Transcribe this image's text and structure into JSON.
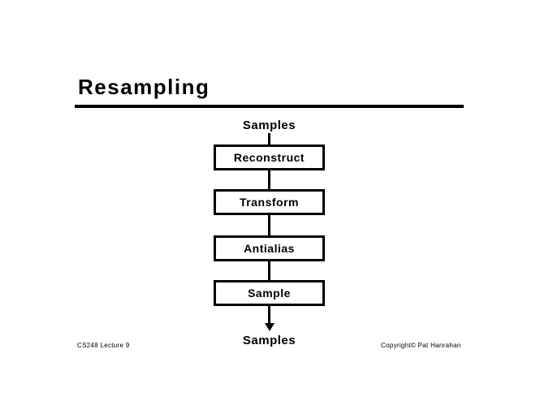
{
  "slide": {
    "title": "Resampling",
    "footer_left": "CS248 Lecture 9",
    "footer_right": "Copyright© Pat Hanrahan"
  },
  "flow": {
    "input_label": "Samples",
    "steps": [
      {
        "label": "Reconstruct"
      },
      {
        "label": "Transform"
      },
      {
        "label": "Antialias"
      },
      {
        "label": "Sample"
      }
    ],
    "output_label": "Samples"
  },
  "colors": {
    "foreground": "#000000",
    "background": "#ffffff"
  }
}
